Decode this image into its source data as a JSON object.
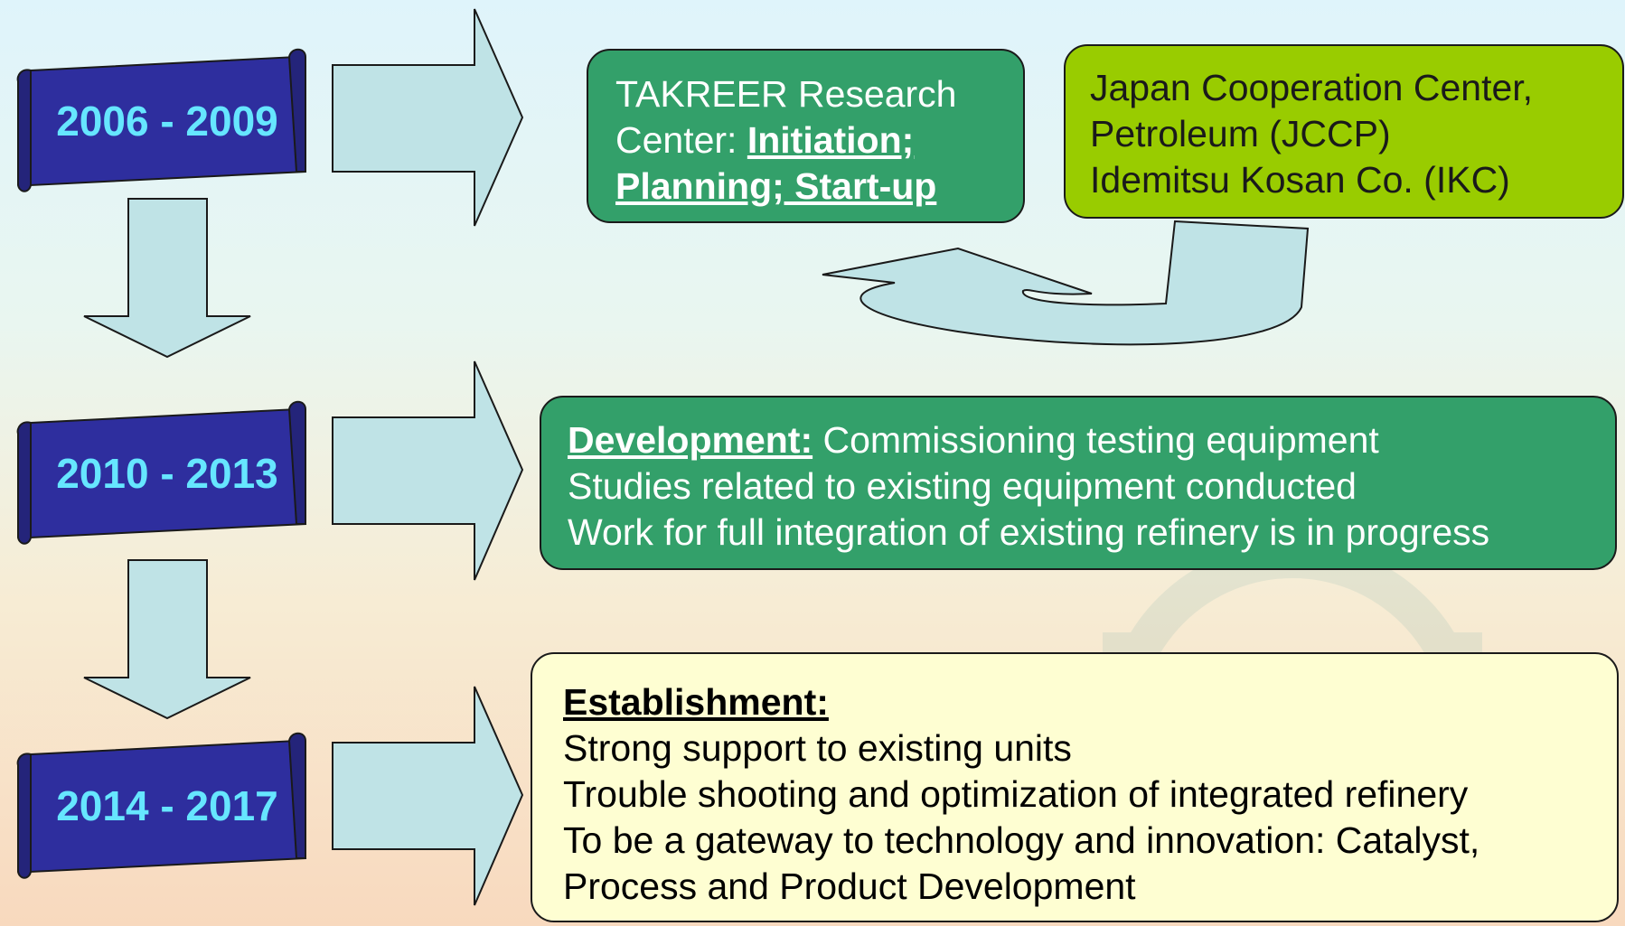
{
  "colors": {
    "scroll_fill": "#2e2e9e",
    "year_text": "#66e6ff",
    "arrow_fill": "#bfe3e6",
    "box_green": "#33a06a",
    "box_lime": "#99cc00",
    "box_cream": "#fefed2"
  },
  "periods": [
    {
      "years": "2006 - 2009"
    },
    {
      "years": "2010 - 2013"
    },
    {
      "years": "2014 - 2017"
    }
  ],
  "takreer": {
    "line1": "TAKREER Research",
    "line2_prefix": "Center: ",
    "line2_emphasis": "Initiation;",
    "line3_emphasis": "Planning; Start-up"
  },
  "partners": {
    "lines": [
      "Japan Cooperation Center,",
      "Petroleum (JCCP)",
      "Idemitsu Kosan Co. (IKC)"
    ]
  },
  "development": {
    "heading": "Development:",
    "line1_rest": " Commissioning testing equipment",
    "lines": [
      "Studies related to existing equipment conducted",
      "Work for full integration of existing refinery is in progress"
    ]
  },
  "establishment": {
    "heading": "Establishment:",
    "lines": [
      "Strong support to existing units",
      "Trouble shooting and optimization of integrated refinery",
      "To be a gateway to technology and innovation: Catalyst,",
      "Process and Product Development"
    ]
  }
}
